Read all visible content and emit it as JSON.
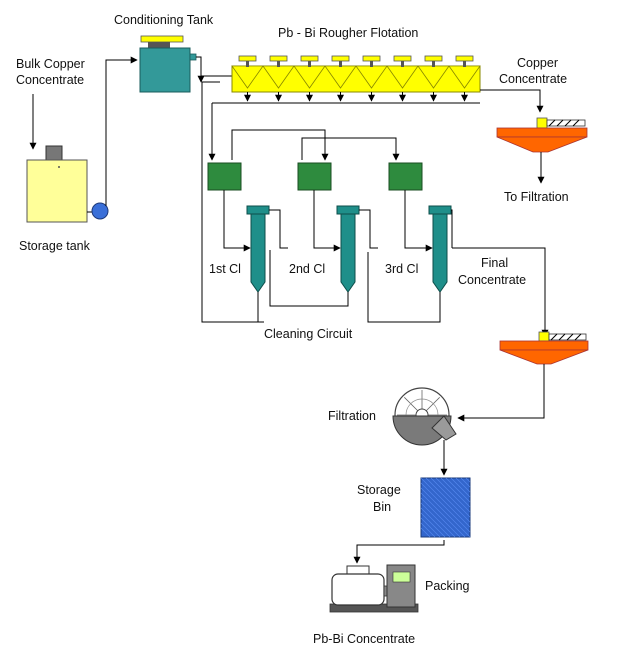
{
  "diagram": {
    "labels": {
      "bulk_copper_line1": "Bulk Copper",
      "bulk_copper_line2": "Concentrate",
      "conditioning_tank": "Conditioning Tank",
      "rougher_flotation": "Pb - Bi Rougher Flotation",
      "copper_line1": "Copper",
      "copper_line2": "Concentrate",
      "storage_tank": "Storage tank",
      "to_filtration": "To Filtration",
      "cleaner_1": "1st Cl",
      "cleaner_2": "2nd Cl",
      "cleaner_3": "3rd Cl",
      "final_line1": "Final",
      "final_line2": "Concentrate",
      "cleaning_circuit": "Cleaning Circuit",
      "filtration": "Filtration",
      "storage_bin_line1": "Storage",
      "storage_bin_line2": "Bin",
      "packing": "Packing",
      "product": "Pb-Bi Concentrate"
    },
    "colors": {
      "storage_tank": "#ffff99",
      "conditioning_tank": "#339999",
      "flotation_cells": "#ffff00",
      "thickener": "#ff6600",
      "cleaner_conditioner": "#2e8b3e",
      "cleaner_column": "#1f8f8a",
      "storage_bin": "#3366cc",
      "pump": "#3a6fd8",
      "filter_drum": "#777777",
      "packing_machine": "#888888",
      "packing_display": "#ccff99"
    }
  }
}
